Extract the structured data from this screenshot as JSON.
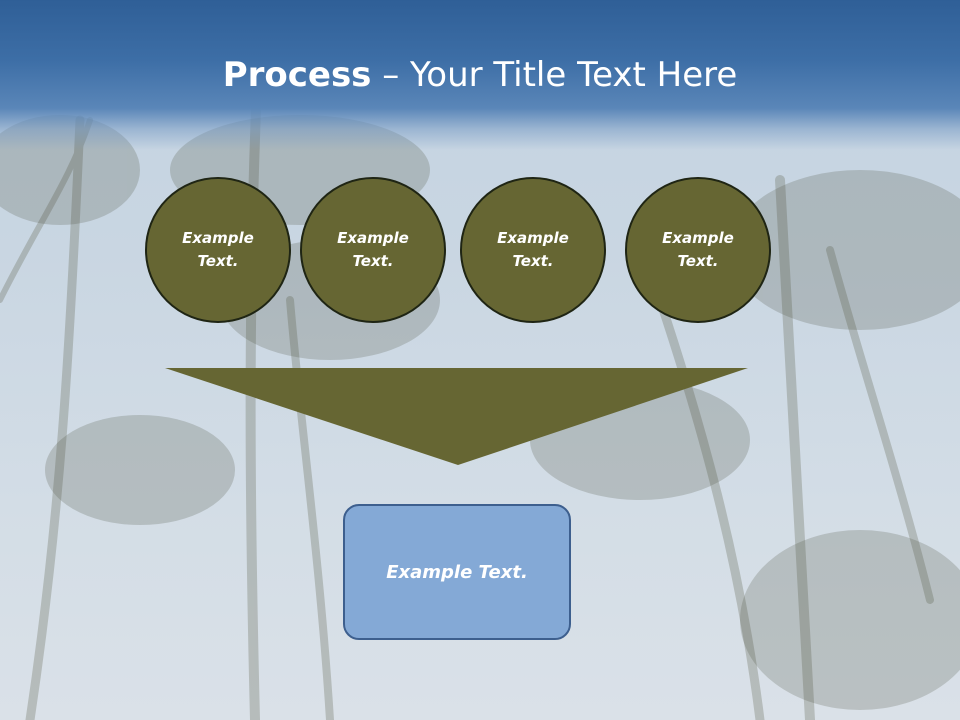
{
  "slide": {
    "title_bold": "Process",
    "title_rest": " – Your Title Text Here"
  },
  "steps": [
    {
      "line1": "Example",
      "line2": "Text."
    },
    {
      "line1": "Example",
      "line2": "Text."
    },
    {
      "line1": "Example",
      "line2": "Text."
    },
    {
      "line1": "Example",
      "line2": "Text."
    }
  ],
  "result": {
    "label": "Example Text."
  },
  "colors": {
    "title_band": "#3d6ea6",
    "circle_fill": "#666633",
    "circle_border": "#1f2514",
    "funnel_fill": "#666633",
    "result_fill": "#84a9d6",
    "result_border": "#3d5f8e",
    "text": "#ffffff"
  }
}
